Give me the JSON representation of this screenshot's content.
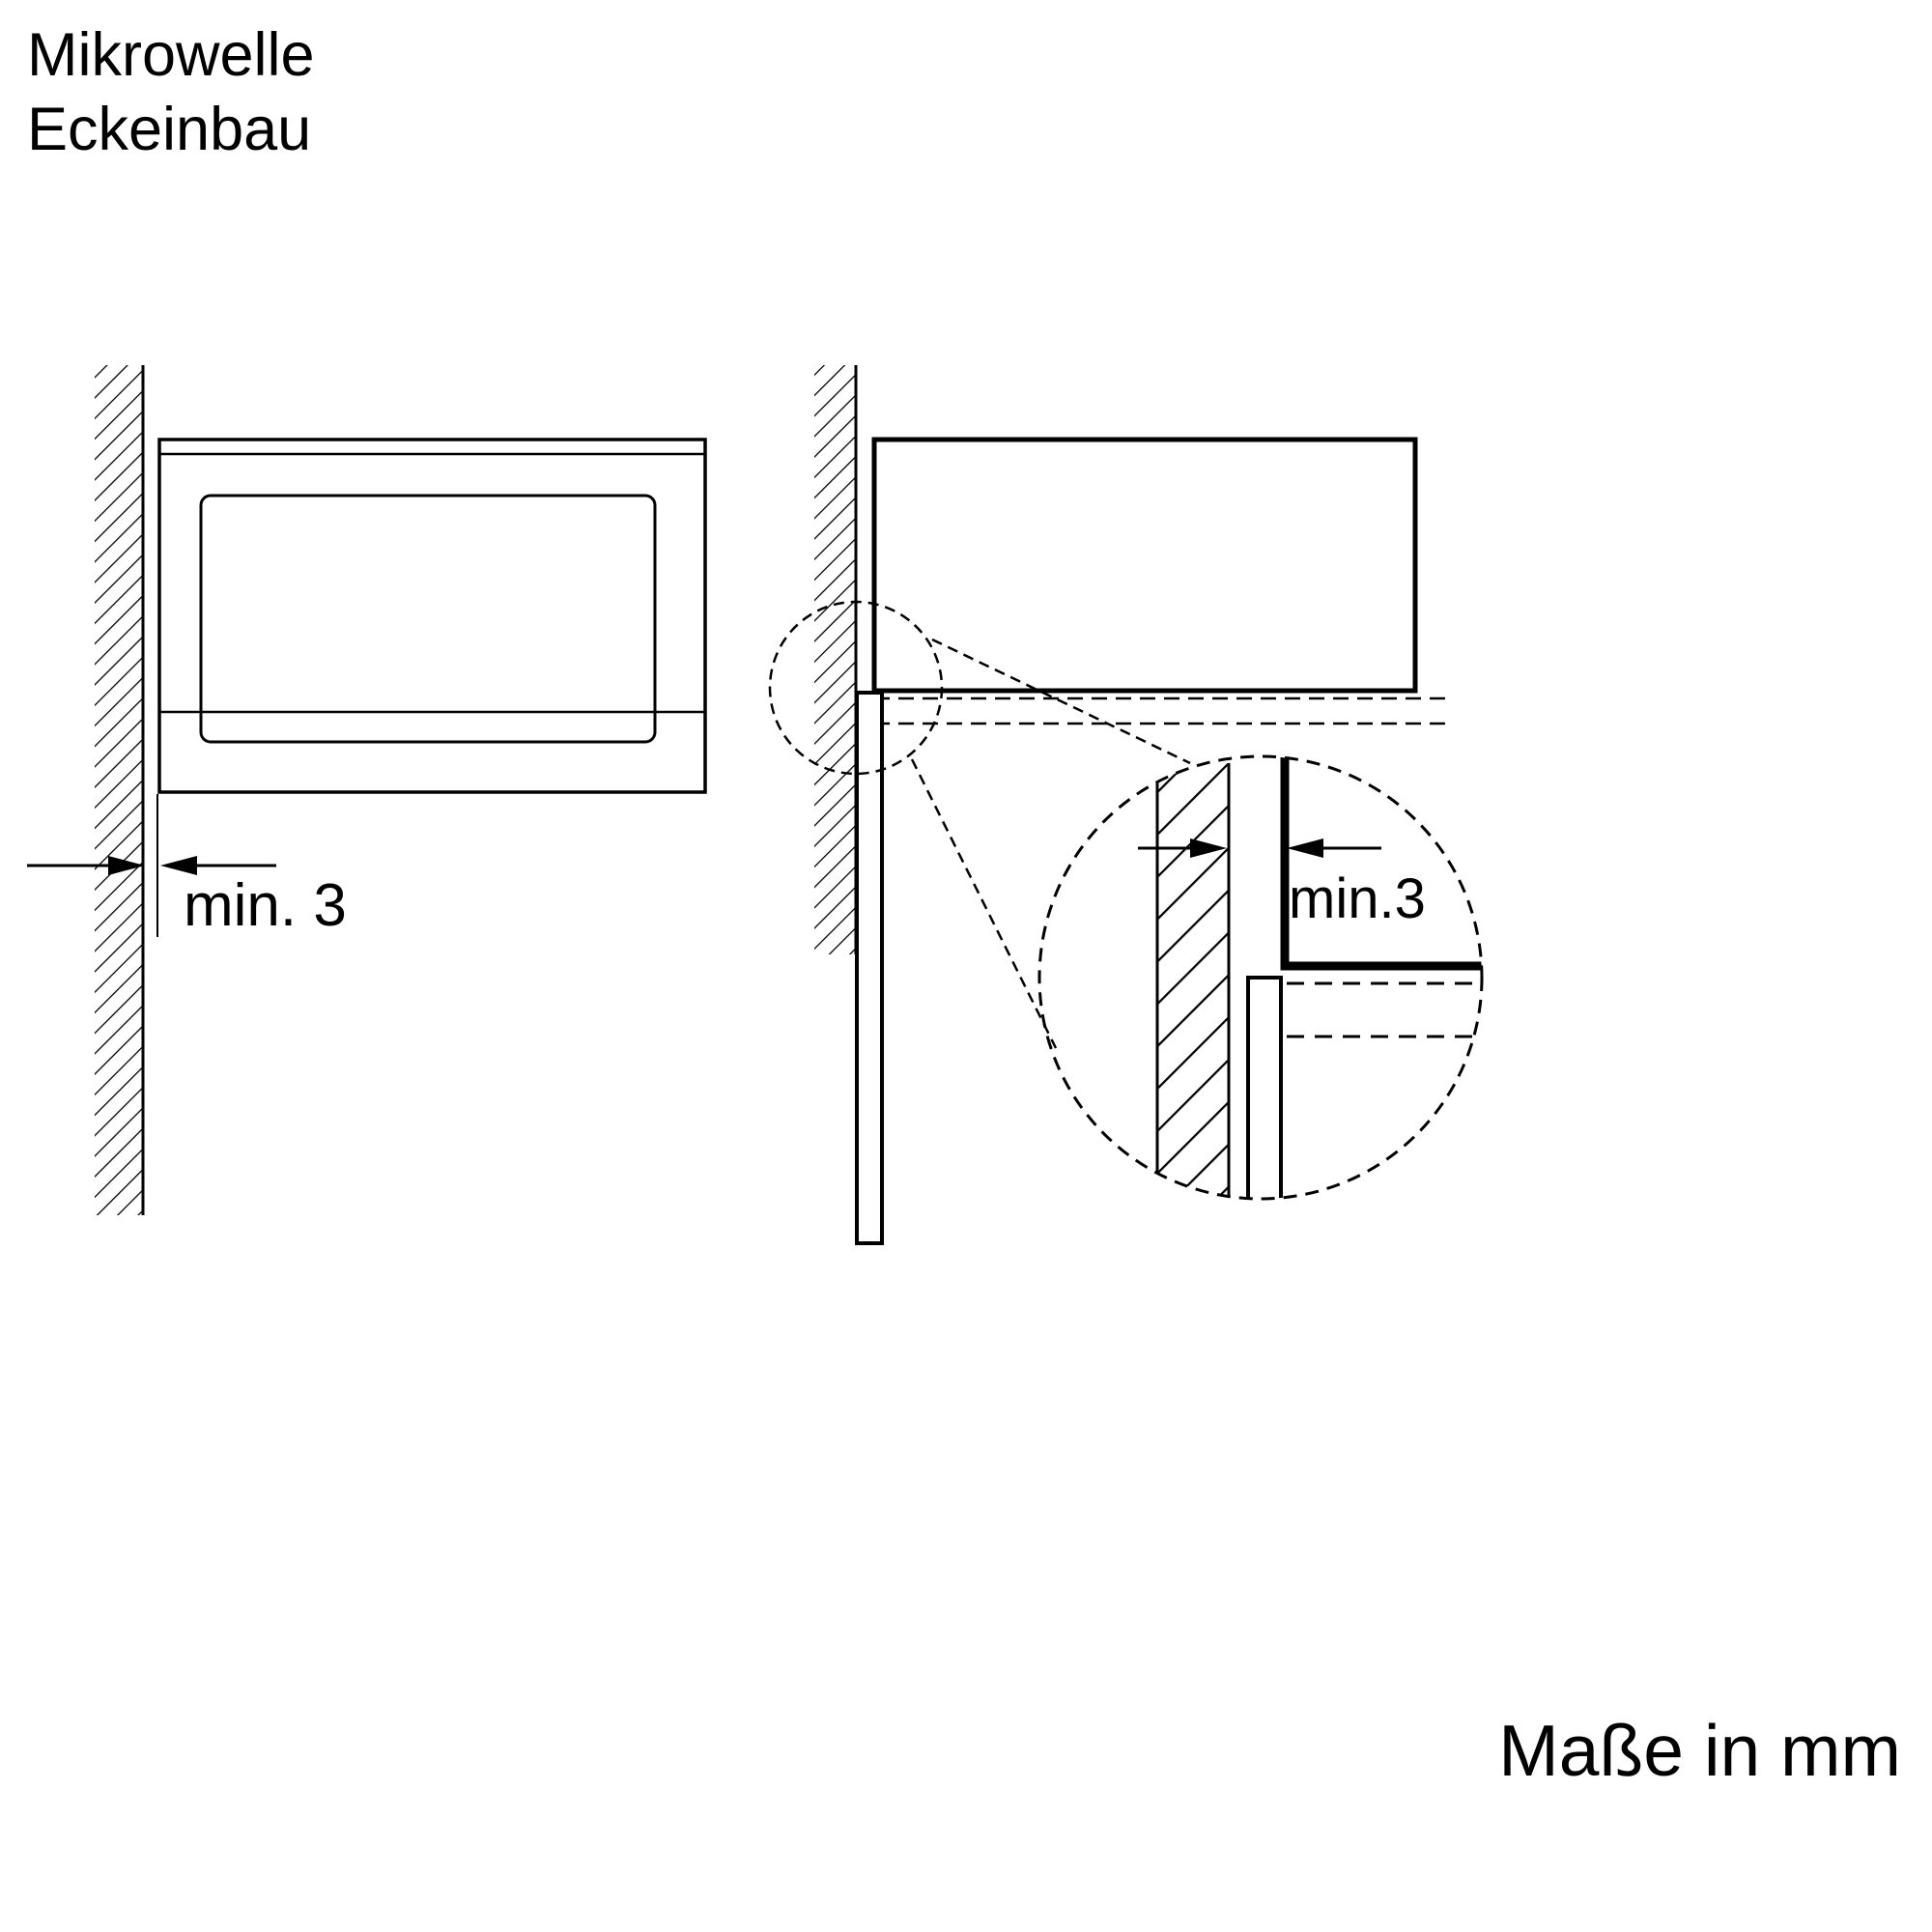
{
  "page": {
    "background": "#ffffff",
    "ink": "#000000"
  },
  "title": {
    "line1": "Mikrowelle",
    "line2": "Eckeinbau"
  },
  "figures": {
    "front_view": {
      "gap_label": "min. 3"
    },
    "side_view": {
      "detail_gap_label": "min.3"
    }
  },
  "footer": {
    "units_label": "Maße in mm"
  }
}
